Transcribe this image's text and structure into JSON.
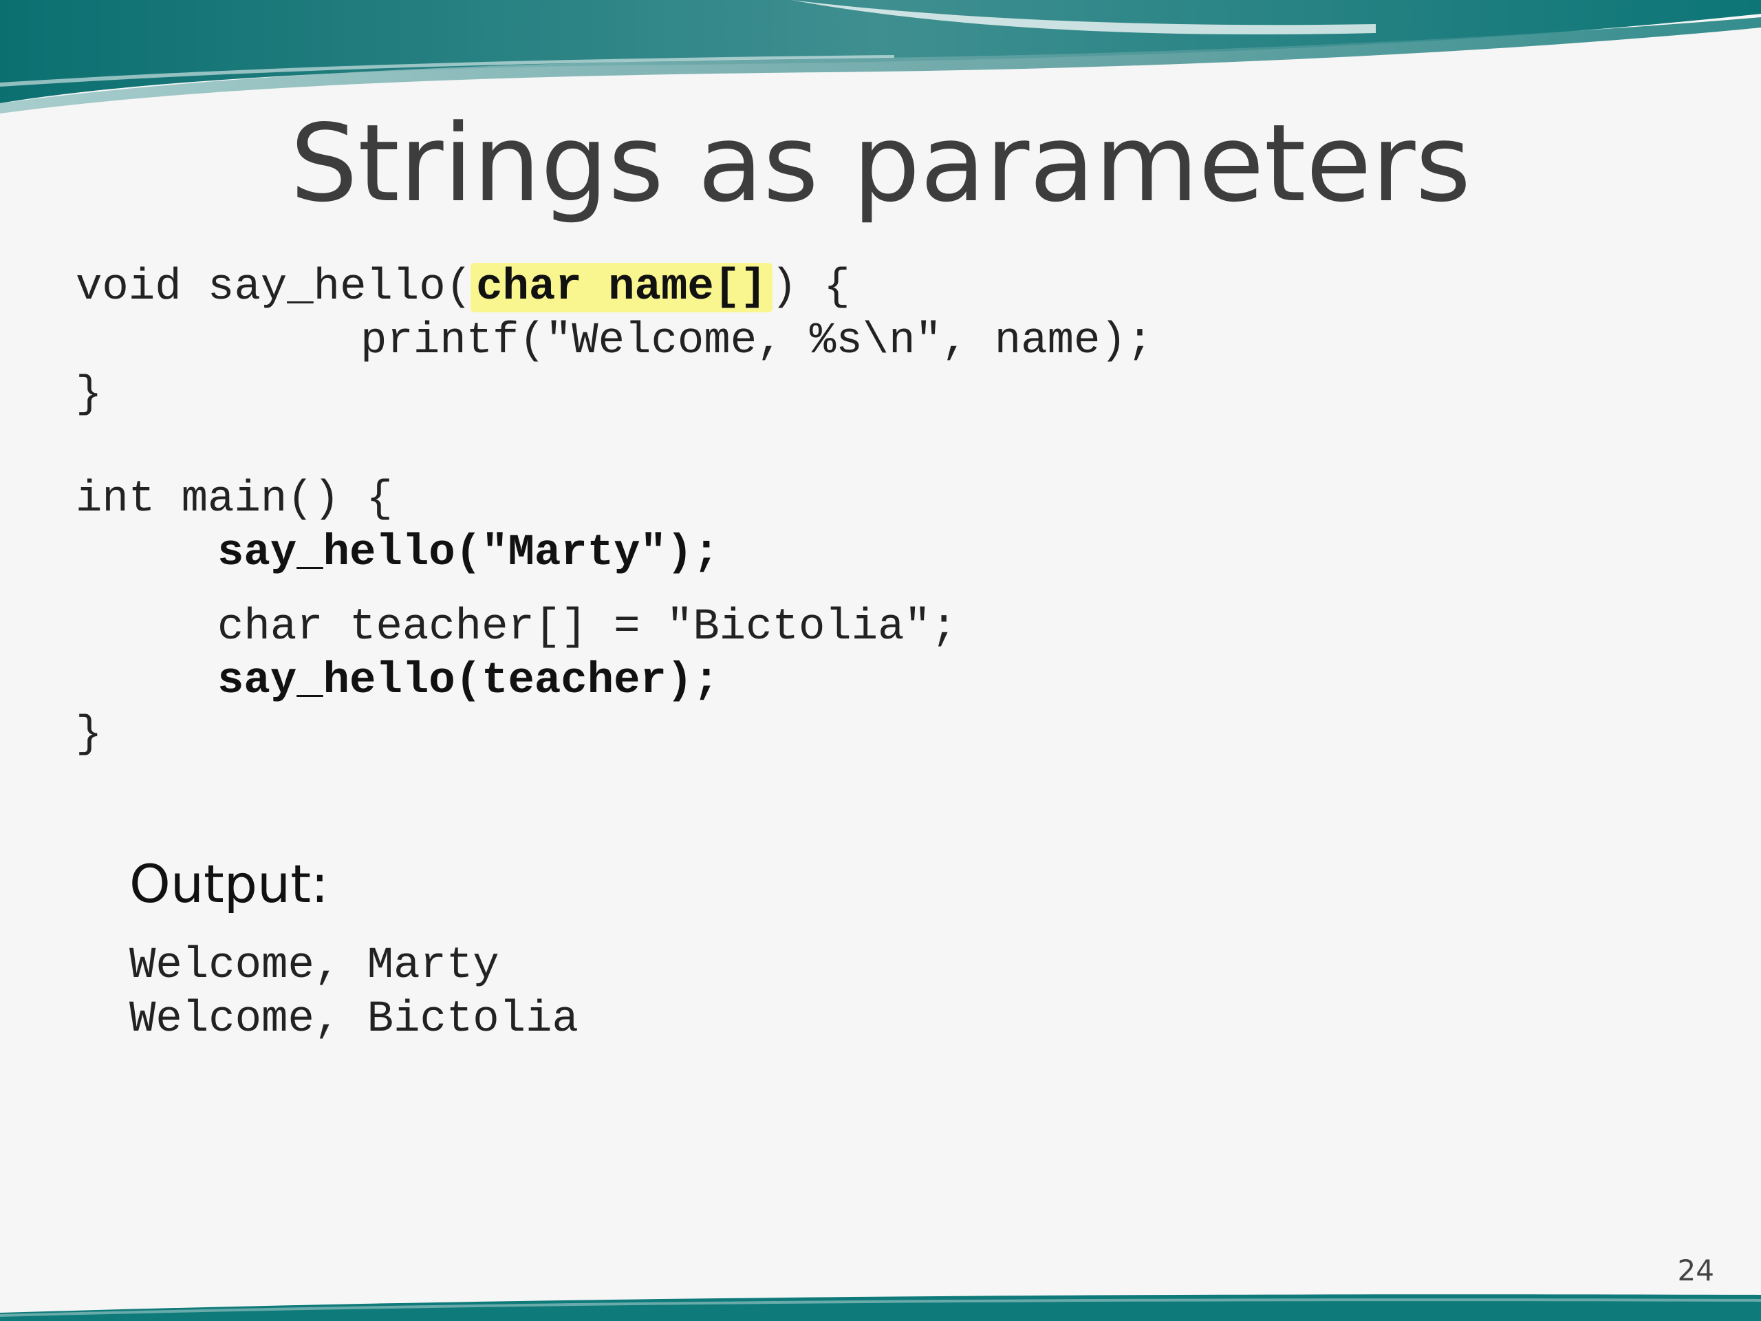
{
  "slide": {
    "title": "Strings as parameters",
    "page_number": "24"
  },
  "code": {
    "line1_pre": "void say_hello(",
    "line1_highlight": "char name[]",
    "line1_post": ") {",
    "line2": "printf(\"Welcome, %s\\n\", name);",
    "line3": "}",
    "line4": "int main() {",
    "line5": "say_hello(\"Marty\");",
    "line6": "char teacher[] = \"Bictolia\";",
    "line7": "say_hello(teacher);",
    "line8": "}"
  },
  "output": {
    "label": "Output:",
    "line1": "Welcome, Marty",
    "line2": "Welcome, Bictolia"
  },
  "colors": {
    "background": "#f6f6f6",
    "accent_teal": "#0f7a7a",
    "highlight": "#f9f690",
    "title_text": "#3d3d3d"
  }
}
